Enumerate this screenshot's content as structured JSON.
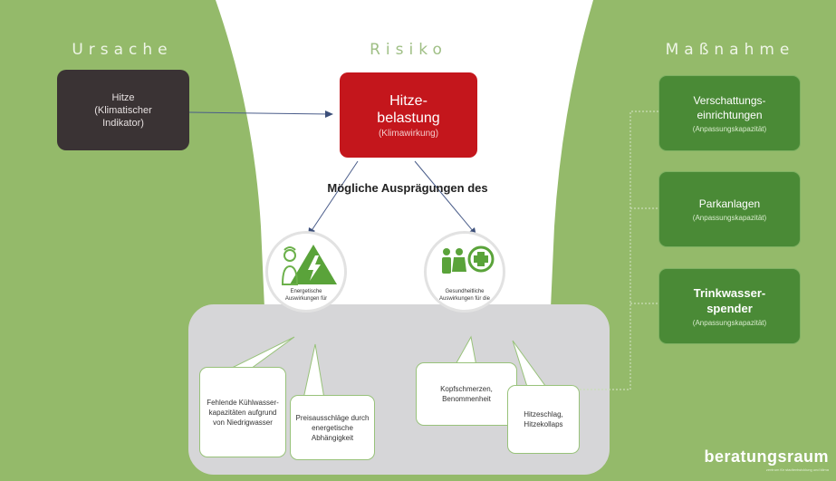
{
  "headings": {
    "cause": "Ursache",
    "risk": "Risiko",
    "measure": "Maßnahme"
  },
  "cause_box": {
    "line1": "Hitze",
    "line2": "(Klimatischer",
    "line3": "Indikator)"
  },
  "risk_box": {
    "line1": "Hitze-",
    "line2": "belastung",
    "sub": "(Klimawirkung)"
  },
  "subheading": "Mögliche Ausprägungen des",
  "circles": [
    {
      "caption1": "Energetische",
      "caption2": "Auswirkungen für",
      "icon": "energy-icon"
    },
    {
      "caption1": "Gesundheitliche",
      "caption2": "Auswirkungen für die",
      "icon": "health-icon"
    }
  ],
  "callouts": {
    "c1": "Fehlende Kühlwasser-kapazitäten aufgrund von Niedrigwasser",
    "c2": "Preisausschläge durch energetische Abhängigkeit",
    "c3": "Kopfschmerzen, Benommenheit",
    "c4": "Hitzeschlag, Hitzekollaps"
  },
  "measures": [
    {
      "line1": "Verschattungs-",
      "line2": "einrichtungen",
      "sub": "(Anpassungskapazität)"
    },
    {
      "line1": "Parkanlagen",
      "line2": "",
      "sub": "(Anpassungskapazität)"
    },
    {
      "line1": "Trinkwasser-",
      "line2": "spender",
      "sub": "(Anpassungskapazität)"
    }
  ],
  "brand": {
    "name": "beratungsraum",
    "tagline": "zentrum für stadtentwicklung und klima"
  },
  "colors": {
    "green_bg": "#94ba6a",
    "dark_green": "#4a8a36",
    "red": "#c4161c",
    "dark": "#3a3334",
    "grey_panel": "#d6d6d8"
  }
}
